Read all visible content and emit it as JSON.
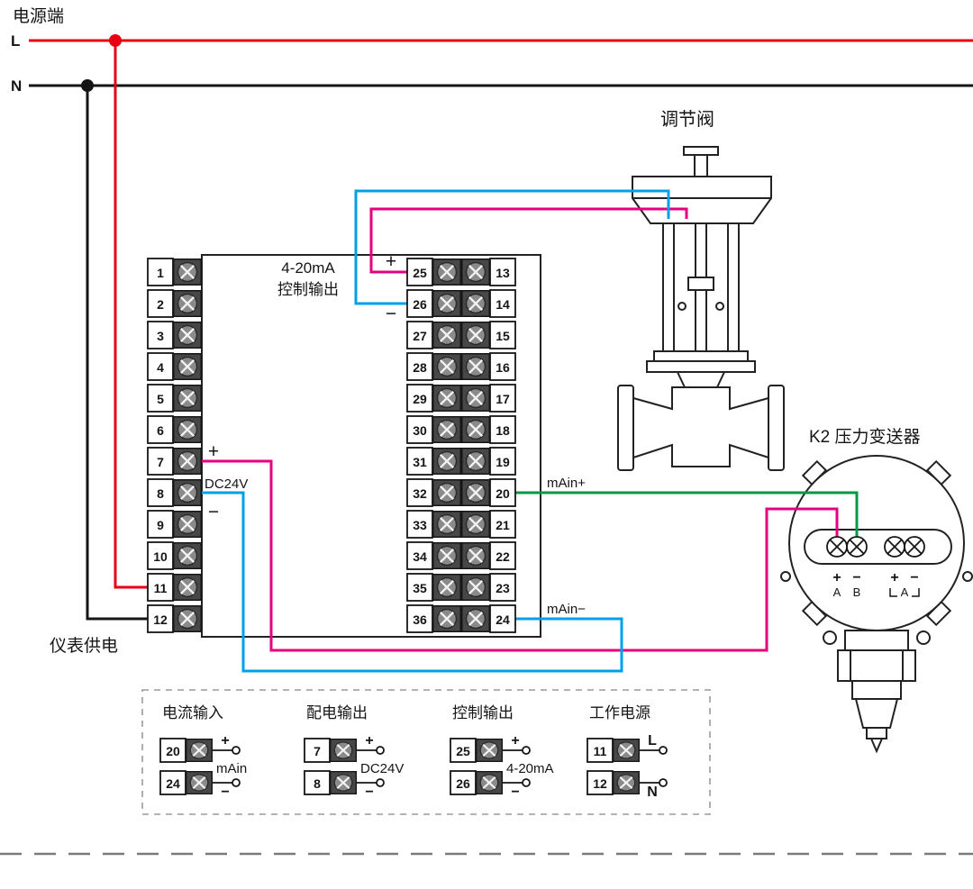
{
  "power": {
    "title": "电源端",
    "live": "L",
    "neutral": "N"
  },
  "colors": {
    "live": "#e60012",
    "neutral": "#151515",
    "magenta": "#e4007f",
    "cyan": "#00a0e9",
    "green": "#009944"
  },
  "instrument": {
    "left_terminals": [
      "1",
      "2",
      "3",
      "4",
      "5",
      "6",
      "7",
      "8",
      "9",
      "10",
      "11",
      "12"
    ],
    "middle_left_terminals": [
      "25",
      "26",
      "27",
      "28",
      "29",
      "30",
      "31",
      "32",
      "33",
      "34",
      "35",
      "36"
    ],
    "middle_right_terminals": [
      "13",
      "14",
      "15",
      "16",
      "17",
      "18",
      "19",
      "20",
      "21",
      "22",
      "23",
      "24"
    ],
    "control_output_line1": "4-20mA",
    "control_output_line2": "控制输出",
    "co_plus": "+",
    "co_minus": "−",
    "dc_plus": "+",
    "dc_label": "DC24V",
    "dc_minus": "−",
    "main_plus": "mAin+",
    "main_minus": "mAin−",
    "supply_label": "仪表供电"
  },
  "valve": {
    "label": "调节阀"
  },
  "transmitter": {
    "label": "K2 压力变送器",
    "signs": [
      "+",
      "−",
      "+",
      "−"
    ],
    "letters": [
      "A",
      "B",
      "A"
    ]
  },
  "legend": {
    "sections": [
      {
        "title": "电流输入",
        "rows": [
          {
            "terminal": "20",
            "sign": "+"
          },
          {
            "terminal": "24",
            "sign": "−"
          }
        ],
        "label": "mAin"
      },
      {
        "title": "配电输出",
        "rows": [
          {
            "terminal": "7",
            "sign": "+"
          },
          {
            "terminal": "8",
            "sign": "−"
          }
        ],
        "label": "DC24V"
      },
      {
        "title": "控制输出",
        "rows": [
          {
            "terminal": "25",
            "sign": "+"
          },
          {
            "terminal": "26",
            "sign": "−"
          }
        ],
        "label": "4-20mA"
      },
      {
        "title": "工作电源",
        "rows": [
          {
            "terminal": "11",
            "sign": "L"
          },
          {
            "terminal": "12",
            "sign": "N"
          }
        ],
        "label": ""
      }
    ]
  }
}
